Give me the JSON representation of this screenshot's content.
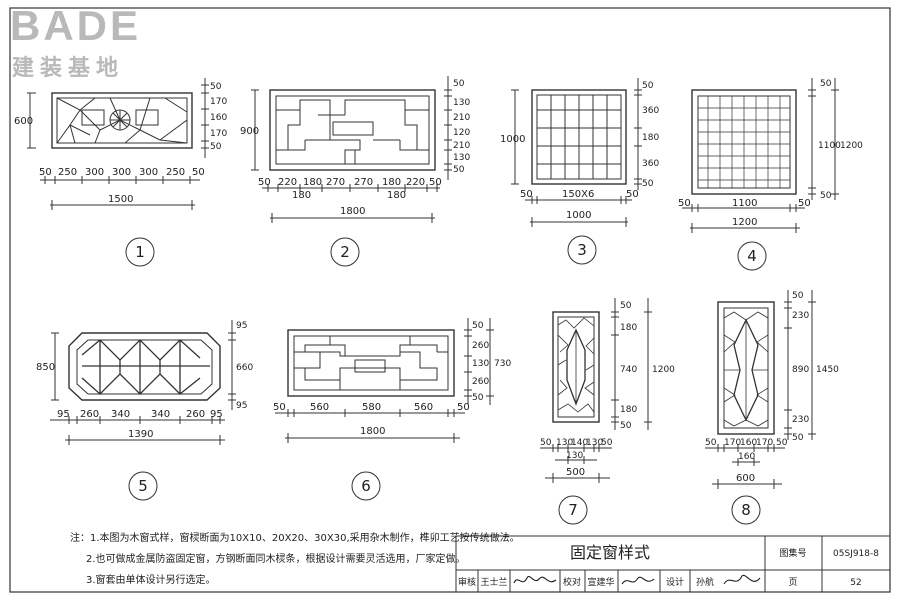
{
  "logo": {
    "brand": "BADE",
    "subtitle": "建装基地"
  },
  "windows": [
    {
      "id": "1",
      "label": "①",
      "height": "600",
      "heights_detail": [
        "50",
        "170",
        "160",
        "170",
        "50"
      ],
      "widths": [
        "50",
        "250",
        "300",
        "300",
        "300",
        "250",
        "50"
      ],
      "total_width": "1500"
    },
    {
      "id": "2",
      "label": "②",
      "height": "900",
      "heights_detail": [
        "50",
        "130",
        "210",
        "120",
        "210",
        "130",
        "50"
      ],
      "widths_upper": [
        "50",
        "220",
        "180",
        "270",
        "270",
        "180",
        "220",
        "50"
      ],
      "widths_lower": [
        "180",
        "180"
      ],
      "total_width": "1800"
    },
    {
      "id": "3",
      "label": "③",
      "height": "1000",
      "heights_detail": [
        "50",
        "360",
        "180",
        "360",
        "50"
      ],
      "widths": [
        "50",
        "150X6",
        "50"
      ],
      "total_width": "1000"
    },
    {
      "id": "4",
      "label": "④",
      "height_inner": "1100",
      "height": "1200",
      "heights_detail": [
        "50",
        "50"
      ],
      "widths": [
        "50",
        "1100",
        "50"
      ],
      "total_width": "1200"
    },
    {
      "id": "5",
      "label": "⑤",
      "height": "850",
      "heights_detail": [
        "95",
        "660",
        "95"
      ],
      "widths": [
        "95",
        "260",
        "340",
        "340",
        "260",
        "95"
      ],
      "total_width": "1390"
    },
    {
      "id": "6",
      "label": "⑥",
      "height": "730",
      "heights_detail": [
        "50",
        "260",
        "130",
        "260",
        "50"
      ],
      "widths": [
        "50",
        "560",
        "580",
        "560",
        "50"
      ],
      "total_width": "1800"
    },
    {
      "id": "7",
      "label": "⑦",
      "height": "1200",
      "heights_detail": [
        "50",
        "180",
        "740",
        "180",
        "50"
      ],
      "widths": [
        "50",
        "130",
        "140",
        "130",
        "50"
      ],
      "width_mid": "130",
      "total_width": "500"
    },
    {
      "id": "8",
      "label": "⑧",
      "height": "1450",
      "heights_detail": [
        "50",
        "230",
        "890",
        "230",
        "50"
      ],
      "widths": [
        "50",
        "170",
        "160",
        "170",
        "50"
      ],
      "width_mid": "160",
      "total_width": "600"
    }
  ],
  "notes": [
    "注：1.本图为木窗式样，窗棂断面为10X10、20X20、30X30,采用杂木制作，榫卯工艺按传统做法。",
    "2.也可做成金属防盗固定窗，方钢断面同木棂条，根据设计需要灵活选用，厂家定做。",
    "3.窗套由单体设计另行选定。"
  ],
  "title_block": {
    "title": "固定窗样式",
    "atlas_label": "图集号",
    "atlas_no": "05SJ918-8",
    "review_label": "审核",
    "reviewer": "王士兰",
    "check_label": "校对",
    "checker": "宣建华",
    "design_label": "设计",
    "designer": "孙航",
    "page_label": "页",
    "page_no": "52"
  }
}
